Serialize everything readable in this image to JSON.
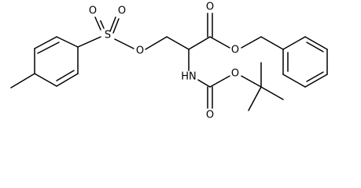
{
  "structure": {
    "description_text": "",
    "atoms": {
      "o_sulfonyl_top": "O",
      "o_sulfonyl_bottom": "O",
      "s_sulfonyl": "S",
      "o_ester_link": "O",
      "o_carbonyl_ester": "O",
      "o_benzyl_ester": "O",
      "nh_amide": "HN",
      "o_carbamate_carbonyl": "O",
      "o_carbamate_ether": "O"
    }
  }
}
